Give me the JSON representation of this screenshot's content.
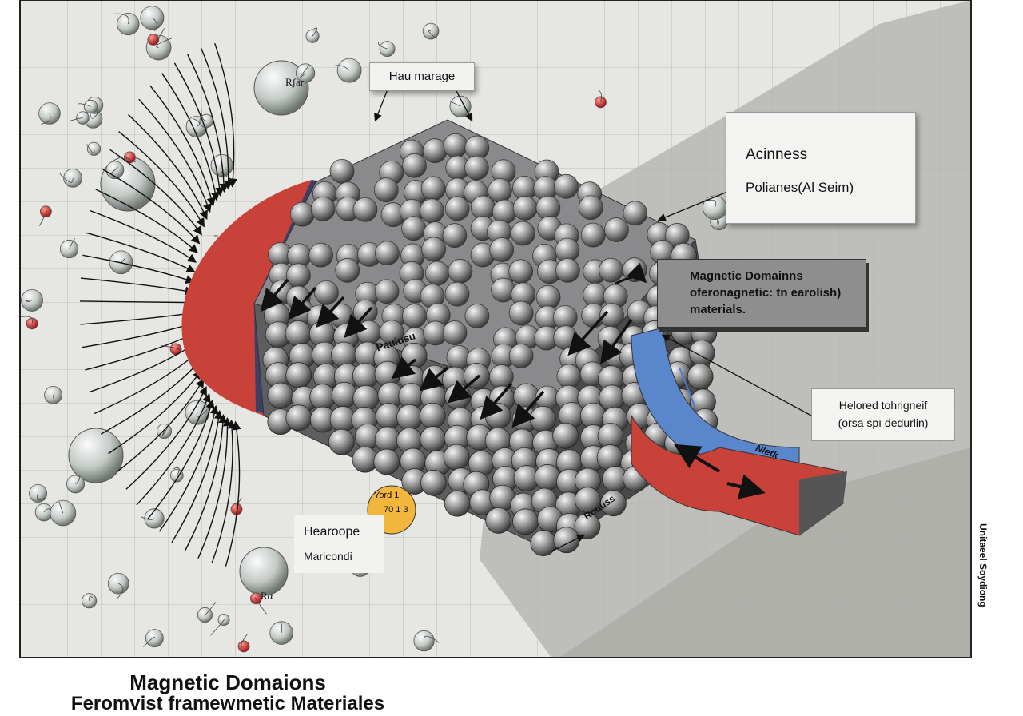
{
  "title": "Magnetic Domaions",
  "subtitle": "Feromvist framewmetic Materiales",
  "side_caption": "Unitaeel Soydiong",
  "labels": {
    "top_callout": "Hau marage",
    "big_ball_top": "Rʃar",
    "big_ball_bottom": "Rα",
    "acinness_title": "Acinness",
    "acinness_sub": "Polianes(Al Seim)",
    "domain_box_line1": "Magnetic Domainns",
    "domain_box_line2": "oferonagnetic: tn earolish)",
    "domain_box_line3": "materials.",
    "block_label": "Pauiusu",
    "helored_line1": "Helored tohrigneif",
    "helored_line2": "(orsa spı dedurlin)",
    "magnet_label": "Nletk",
    "routuss": "Rouuss",
    "yellow_line1": "Yord 1",
    "yellow_line2": "70 1 3",
    "hearoope_title": "Hearoope",
    "hearoope_sub": "Maricondi"
  },
  "colors": {
    "grid_bg": "#e6e6e2",
    "red_pole": "#c8423a",
    "blue_pole": "#5a86cc",
    "navy_wall": "#3c3f66",
    "yellow_badge": "#f2b63c"
  }
}
